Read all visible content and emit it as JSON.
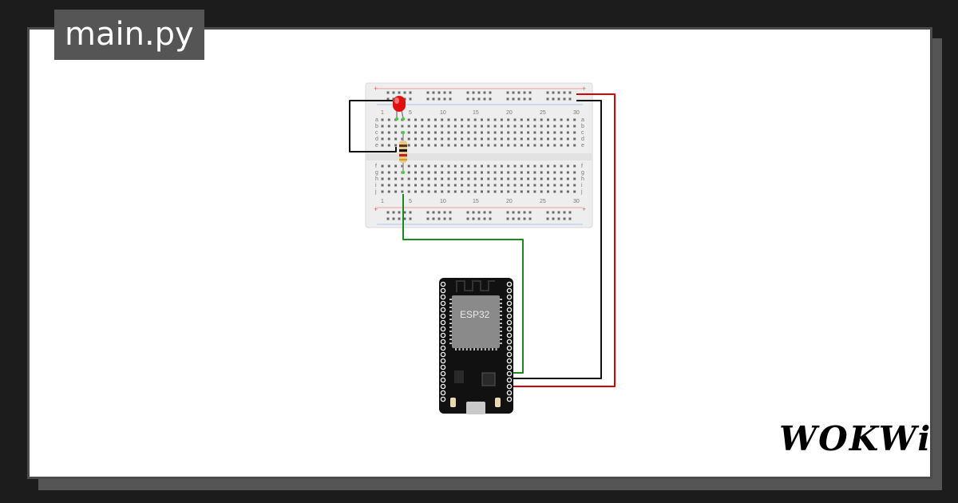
{
  "file_tab": {
    "label": "main.py"
  },
  "breadboard": {
    "column_numbers_top": [
      "1",
      "5",
      "10",
      "15",
      "20",
      "25",
      "30"
    ],
    "column_numbers_bottom": [
      "1",
      "5",
      "10",
      "15",
      "20",
      "25",
      "30"
    ],
    "row_letters_top": [
      "a",
      "b",
      "c",
      "d",
      "e"
    ],
    "row_letters_bottom": [
      "f",
      "g",
      "h",
      "i",
      "j"
    ],
    "rail_plus": "+"
  },
  "board": {
    "chip_label": "ESP32"
  },
  "brand": {
    "logo_text": "WOKWi"
  },
  "colors": {
    "wire_red": "#d50000",
    "wire_black": "#111111",
    "wire_green": "#1a8a1a",
    "led": "#e01010"
  }
}
